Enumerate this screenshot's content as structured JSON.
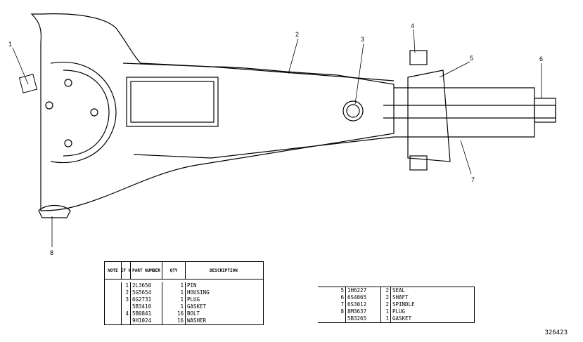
{
  "callouts": [
    "1",
    "2",
    "3",
    "4",
    "5",
    "6",
    "7",
    "8"
  ],
  "table_left": {
    "headers": [
      "NOTE",
      "REF NO",
      "PART NUMBER",
      "QTY",
      "DESCRIPTION"
    ],
    "rows": [
      {
        "note": "",
        "ref": "1",
        "part": "2L3650",
        "qty": "1",
        "desc": "PIN"
      },
      {
        "note": "",
        "ref": "2",
        "part": "5G5654",
        "qty": "1",
        "desc": "HOUSING"
      },
      {
        "note": "",
        "ref": "3",
        "part": "6G2731",
        "qty": "1",
        "desc": "PLUG"
      },
      {
        "note": "",
        "ref": "",
        "part": "5B3410",
        "qty": "1",
        "desc": "GASKET"
      },
      {
        "note": "",
        "ref": "4",
        "part": "5B0841",
        "qty": "16",
        "desc": "BOLT"
      },
      {
        "note": "",
        "ref": "",
        "part": "9H1024",
        "qty": "16",
        "desc": "WASHER"
      }
    ]
  },
  "table_right": {
    "rows": [
      {
        "ref": "5",
        "part": "1H6227",
        "qty": "2",
        "desc": "SEAL"
      },
      {
        "ref": "6",
        "part": "6S4065",
        "qty": "2",
        "desc": "SHAFT"
      },
      {
        "ref": "7",
        "part": "6S3012",
        "qty": "2",
        "desc": "SPINDLE"
      },
      {
        "ref": "8",
        "part": "8M3637",
        "qty": "1",
        "desc": "PLUG"
      },
      {
        "ref": "",
        "part": "5B3265",
        "qty": "1",
        "desc": "GASKET"
      }
    ]
  },
  "figure_id": "326423"
}
